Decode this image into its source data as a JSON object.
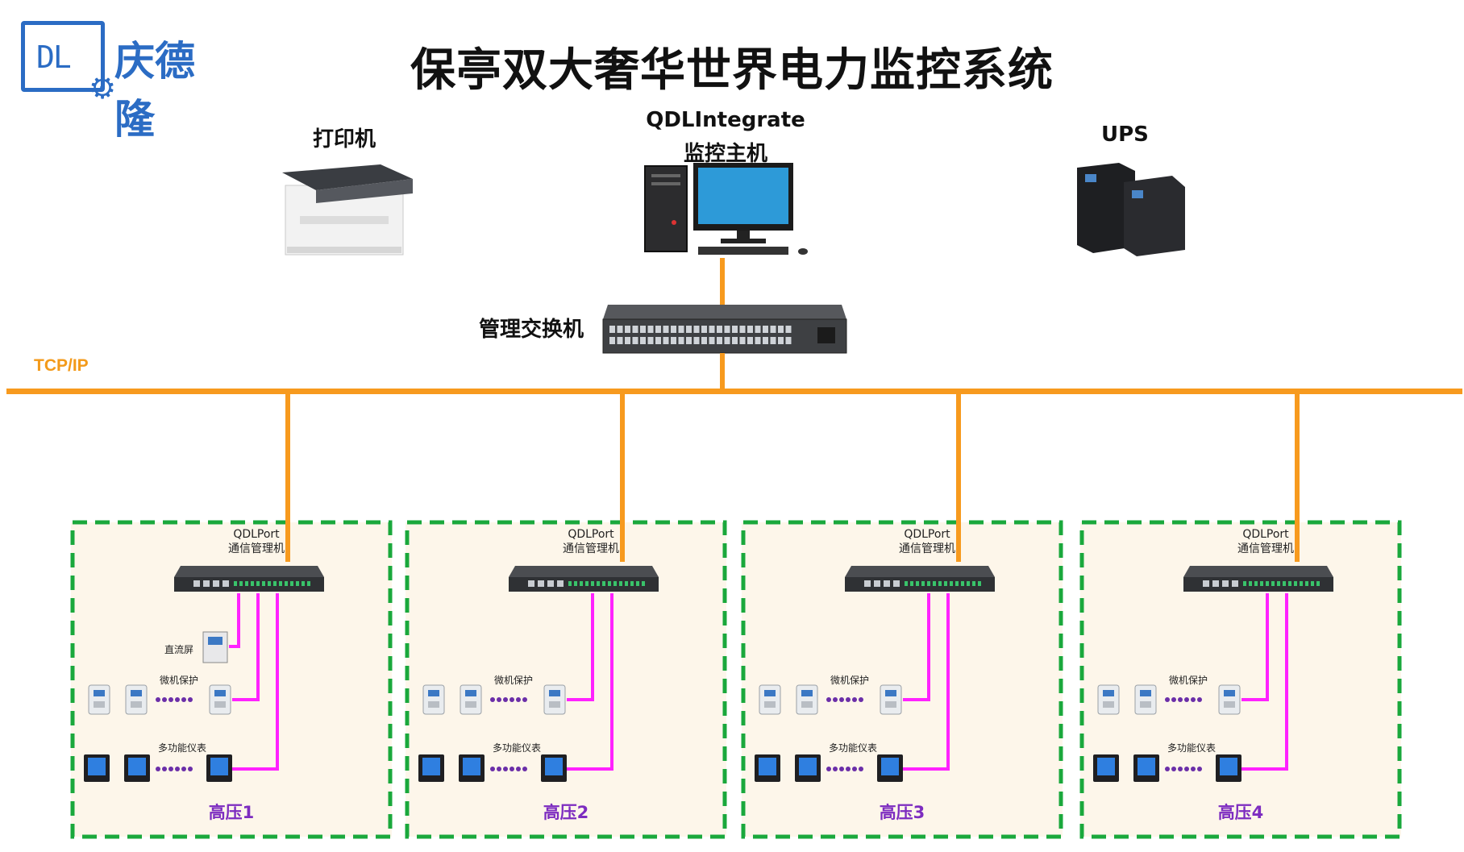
{
  "header": {
    "logo_text": "庆德隆",
    "logo_mark": "DL",
    "title": "保亭双大奢华世界电力监控系统"
  },
  "top": {
    "printer_label": "打印机",
    "host_label_line1": "QDLIntegrate",
    "host_label_line2": "监控主机",
    "ups_label": "UPS",
    "switch_label": "管理交换机"
  },
  "network": {
    "bus_label": "TCP/IP"
  },
  "colors": {
    "bus": "#f79a1e",
    "device_link": "#ff22ff",
    "zone_border": "#1aa83c",
    "zone_fill": "#fdf6ea",
    "zone_title": "#7d2cc0",
    "logo": "#2b6cc4"
  },
  "zones": [
    {
      "name": "高压1",
      "gateway_line1": "QDLPort",
      "gateway_line2": "通信管理机",
      "dc_label": "直流屏",
      "protection_label": "微机保护",
      "meter_label": "多功能仪表",
      "has_dc": true
    },
    {
      "name": "高压2",
      "gateway_line1": "QDLPort",
      "gateway_line2": "通信管理机",
      "protection_label": "微机保护",
      "meter_label": "多功能仪表",
      "has_dc": false
    },
    {
      "name": "高压3",
      "gateway_line1": "QDLPort",
      "gateway_line2": "通信管理机",
      "protection_label": "微机保护",
      "meter_label": "多功能仪表",
      "has_dc": false
    },
    {
      "name": "高压4",
      "gateway_line1": "QDLPort",
      "gateway_line2": "通信管理机",
      "protection_label": "微机保护",
      "meter_label": "多功能仪表",
      "has_dc": false
    }
  ]
}
